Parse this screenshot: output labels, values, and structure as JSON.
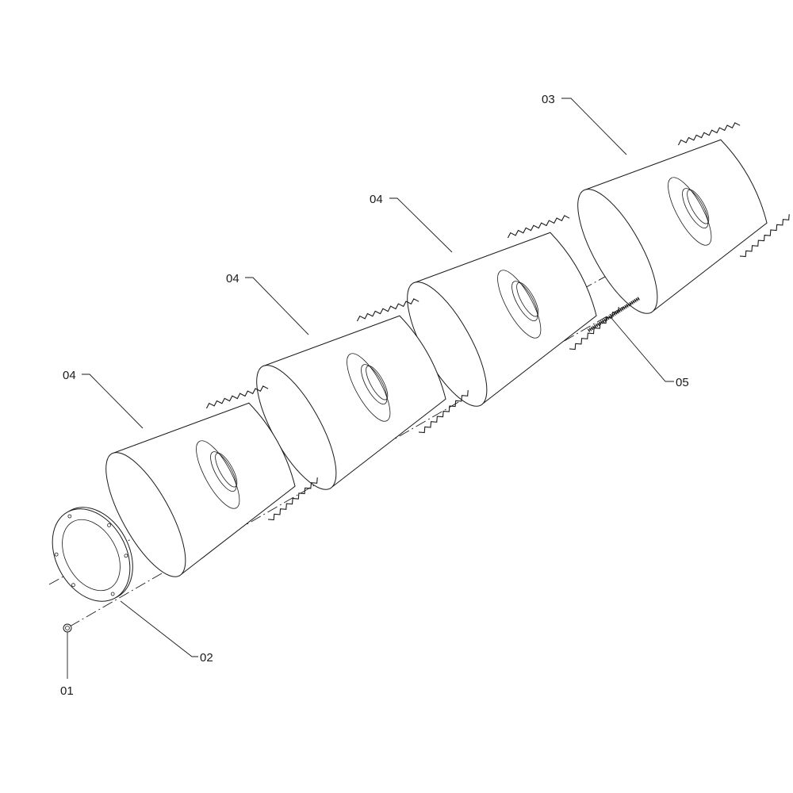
{
  "callouts": {
    "part_01": "01",
    "part_02": "02",
    "part_03": "03",
    "part_04_a": "04",
    "part_04_b": "04",
    "part_04_c": "04",
    "part_05": "05"
  }
}
